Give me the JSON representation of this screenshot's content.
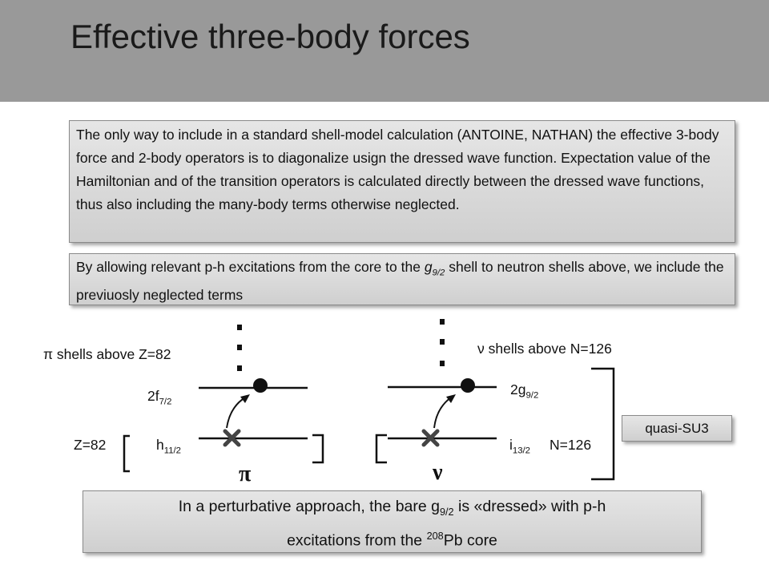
{
  "slide": {
    "title": "Effective three-body forces"
  },
  "text_boxes": {
    "intro": "The only way to include in a standard shell-model calculation (ANTOINE, NATHAN)  the  effective 3-body force and 2-body operators is to diagonalize usign the dressed wave function. Expectation value of the Hamiltonian and of the transition operators is calculated directly between the dressed wave functions, thus also including the many-body terms otherwise neglected.",
    "excitation_before": "By allowing relevant p-h excitations from the core to the ",
    "excitation_orbit": "g",
    "excitation_orbit_sub": "9/2",
    "excitation_after": " shell to neutron shells above, we include the previuosly neglected terms",
    "bottom_line1_before": "In a perturbative approach,  the bare  g",
    "bottom_line1_sub": "9/2",
    "bottom_line1_after": " is  «dressed» with p-h",
    "bottom_line2_before": "excitations from the ",
    "bottom_line2_sup": "208",
    "bottom_line2_after": "Pb core",
    "quasi_su3": "quasi-SU3"
  },
  "diagram": {
    "proton_shells_label": "π shells above Z=82",
    "neutron_shells_label": "ν shells above N=126",
    "proton_upper_orbit": "2f",
    "proton_upper_orbit_sub": "7/2",
    "proton_lower_orbit": "h",
    "proton_lower_orbit_sub": "11/2",
    "proton_magic": "Z=82",
    "neutron_upper_orbit": "2g",
    "neutron_upper_orbit_sub": "9/2",
    "neutron_lower_orbit": "i",
    "neutron_lower_orbit_sub": "13/2",
    "neutron_magic": "N=126",
    "proton_symbol": "π",
    "neutron_symbol": "ν"
  }
}
